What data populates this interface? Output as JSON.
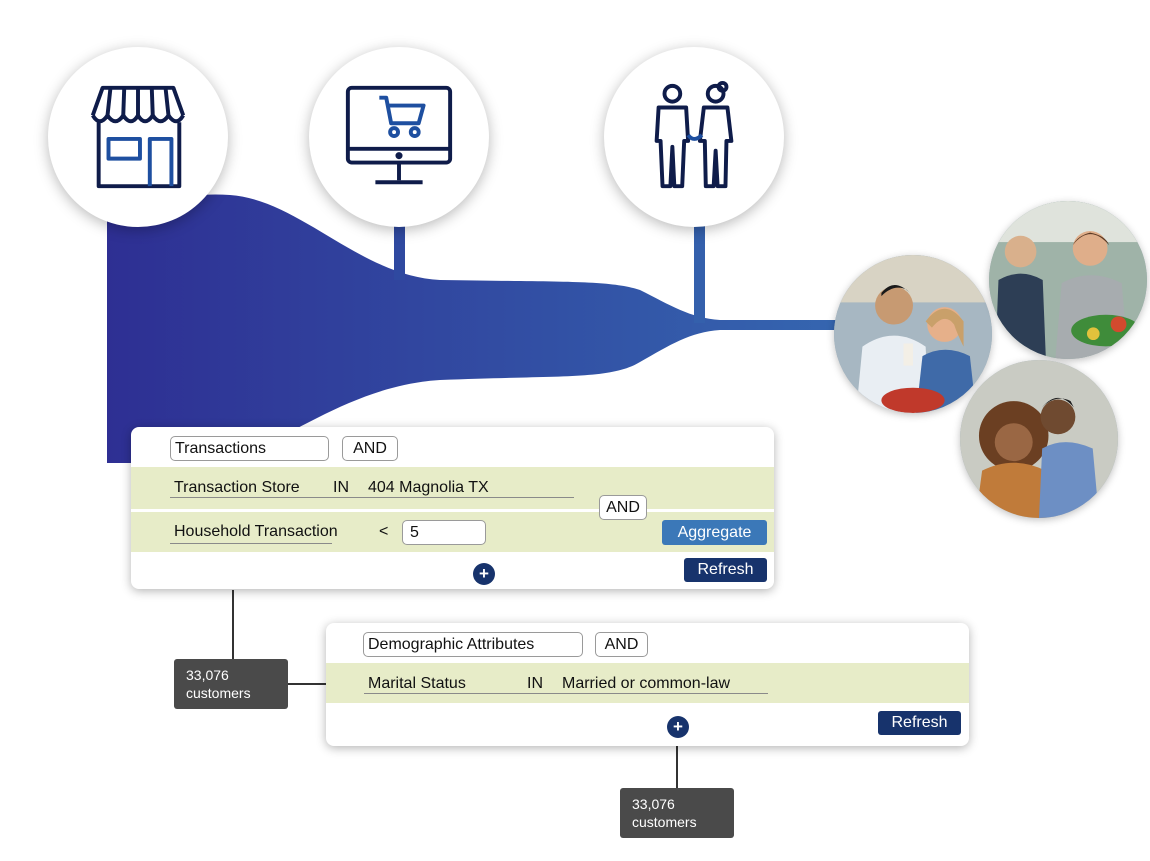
{
  "colors": {
    "funnel_start": "#2e2f93",
    "funnel_end": "#3566b0",
    "accent_button": "#3b78b8",
    "dark_button": "#17336c",
    "row_highlight": "#e7ecc8",
    "count_badge": "#4a4a4a"
  },
  "channels": [
    {
      "icon": "storefront-icon"
    },
    {
      "icon": "online-shopping-cart-icon"
    },
    {
      "icon": "couple-icon"
    }
  ],
  "photos": [
    "shoppers-photo-couple",
    "shoppers-photo-grocery",
    "shoppers-photo-smiling-couple"
  ],
  "panel1": {
    "category": "Transactions",
    "category_op": "AND",
    "rows": [
      {
        "attribute": "Transaction Store",
        "operator": "IN",
        "value": "404 Magnolia TX"
      },
      {
        "attribute": "Household Transaction",
        "operator": "<",
        "value": "5"
      }
    ],
    "rows_op": "AND",
    "aggregate_label": "Aggregate",
    "refresh_label": "Refresh",
    "add_label": "+"
  },
  "panel2": {
    "category": "Demographic Attributes",
    "category_op": "AND",
    "rows": [
      {
        "attribute": "Marital Status",
        "operator": "IN",
        "value": "Married or common-law"
      }
    ],
    "refresh_label": "Refresh",
    "add_label": "+"
  },
  "counts": [
    {
      "number": "33,076",
      "unit": "customers"
    },
    {
      "number": "33,076",
      "unit": "customers"
    }
  ]
}
